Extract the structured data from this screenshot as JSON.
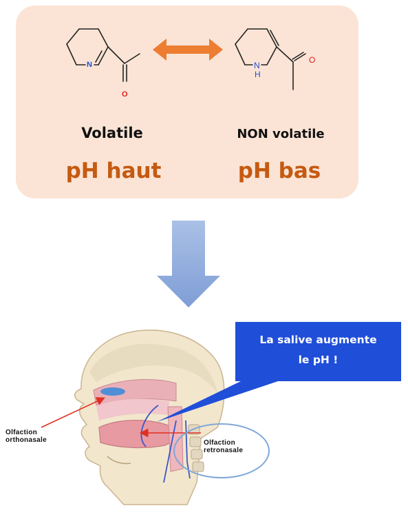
{
  "molecules": {
    "left": {
      "n_label": "N",
      "o_label": "O",
      "state": "Volatile",
      "ph": "pH haut"
    },
    "right": {
      "nh_label": "N",
      "h_label": "H",
      "o_label": "O",
      "state": "NON volatile",
      "ph": "pH bas"
    }
  },
  "callout": {
    "line1": "La salive augmente",
    "line2": "le pH !"
  },
  "olfaction": {
    "ortho_line1": "Olfaction",
    "ortho_line2": "orthonasale",
    "retro_line1": "Olfaction",
    "retro_line2": "retronasale"
  },
  "colors": {
    "panel": "#fbe4d5",
    "equilibrium_arrow": "#ed7d31",
    "ph_text": "#c55a11",
    "flow_arrow": "#8faadc",
    "callout": "#1f4ed8",
    "pointer_arrow": "#e03020",
    "ellipse": "#7ea6d8",
    "nitrogen": "#1f4ed8",
    "oxygen": "#e02020"
  }
}
